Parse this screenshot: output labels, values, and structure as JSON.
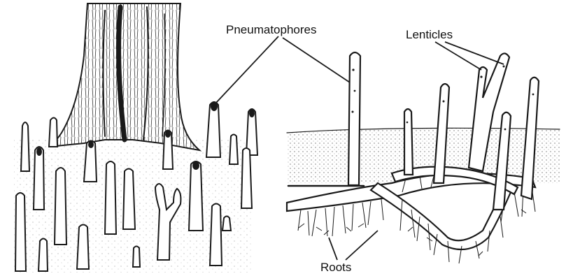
{
  "labels": {
    "pneumatophores": "Pneumatophores",
    "lenticles": "Lenticles",
    "roots": "Roots"
  },
  "colors": {
    "ink": "#1a1a1a",
    "background": "#ffffff"
  }
}
